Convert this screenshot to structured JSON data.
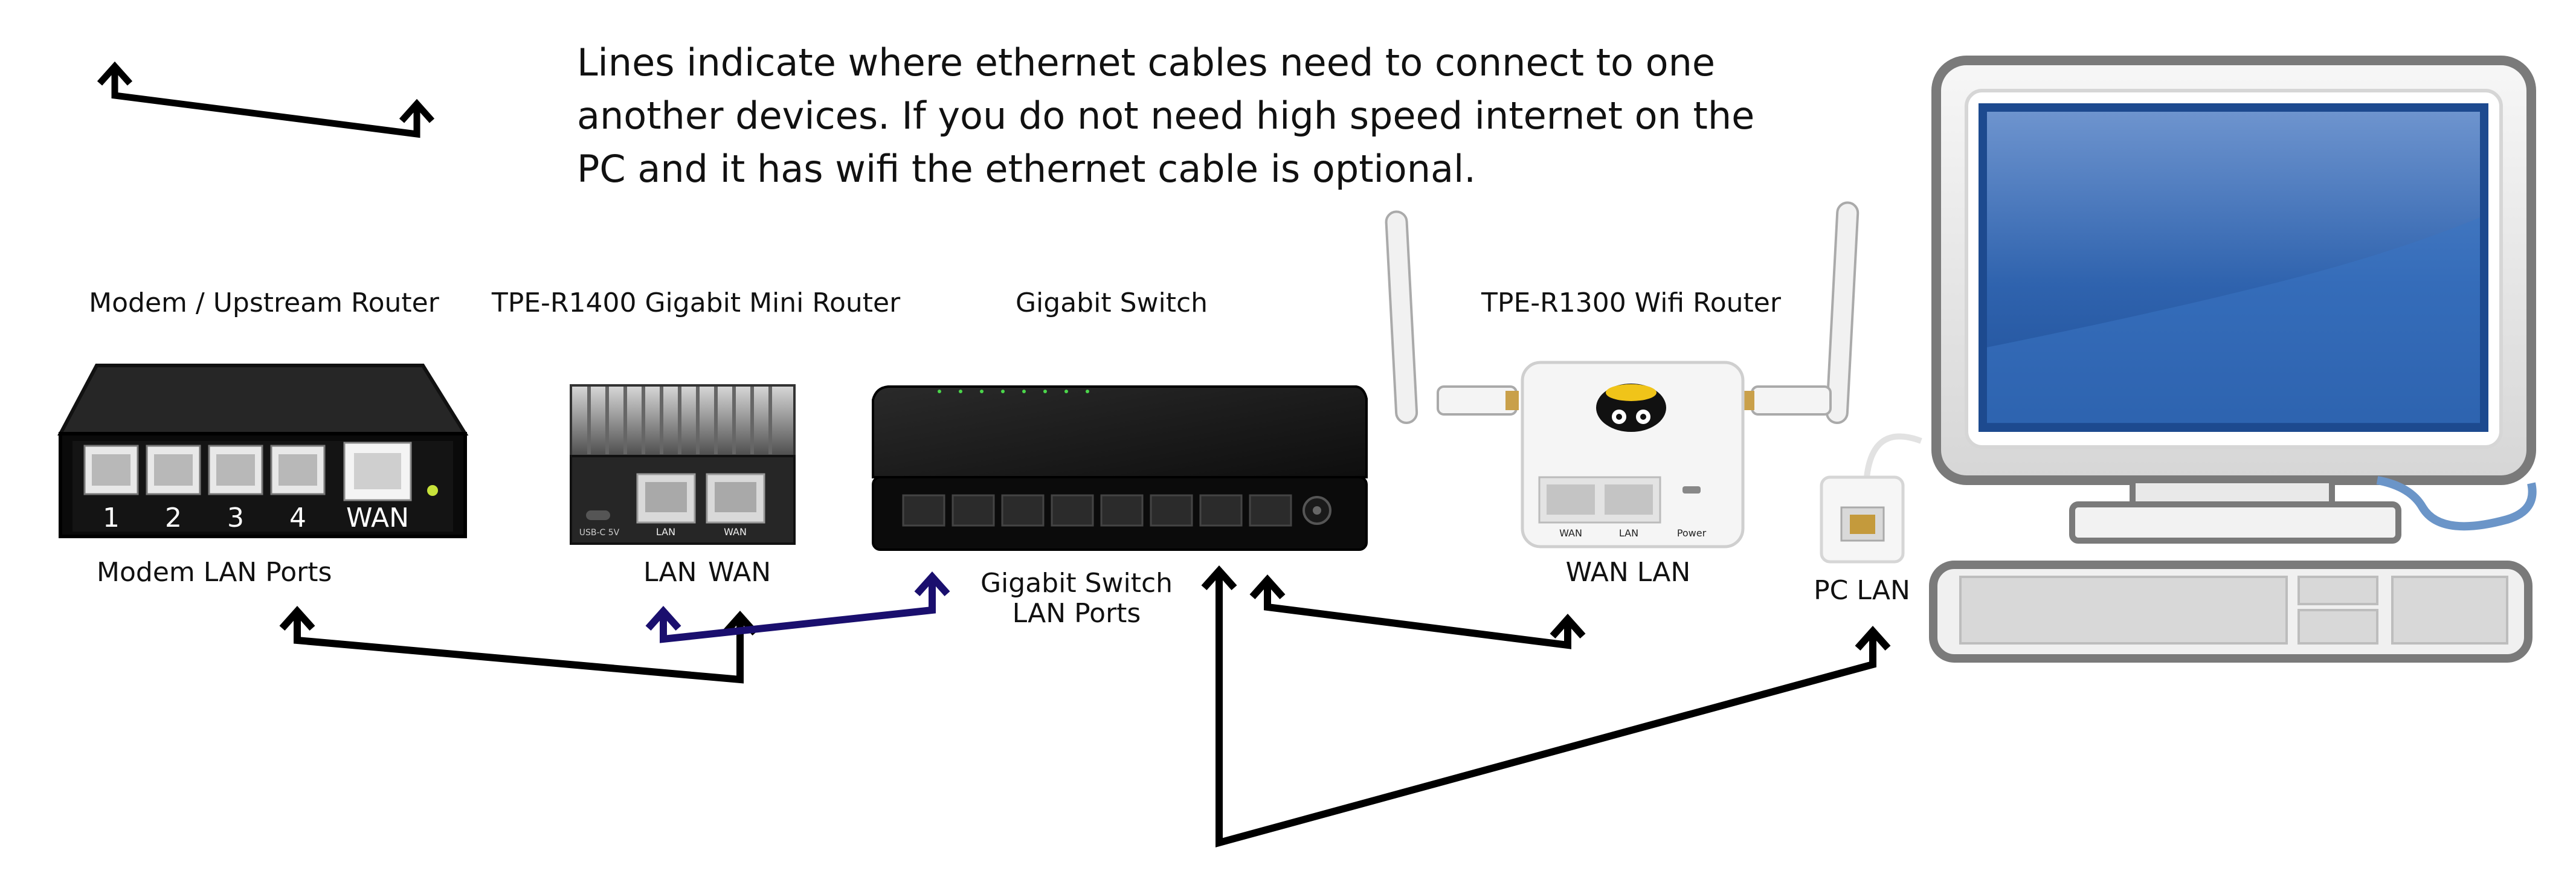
{
  "intro": {
    "line1": "Lines indicate where ethernet cables need to connect to one",
    "line2": "another devices. If you do not need high speed internet on the",
    "line3": "PC and it has wifi the ethernet cable is optional."
  },
  "devices": {
    "modem": {
      "title": "Modem / Upstream Router",
      "ports": [
        "1",
        "2",
        "3",
        "4"
      ],
      "wan_port": "WAN",
      "caption": "Modem LAN Ports"
    },
    "mini_router": {
      "title": "TPE-R1400 Gigabit Mini Router",
      "usb_label": "USB-C 5V",
      "lan_port": "LAN",
      "wan_port": "WAN",
      "caption_lan": "LAN",
      "caption_wan": "WAN"
    },
    "switch": {
      "title": "Gigabit Switch",
      "caption_line1": "Gigabit Switch",
      "caption_line2": "LAN Ports"
    },
    "wifi_router": {
      "title": "TPE-R1300 Wifi Router",
      "wan_port": "WAN",
      "lan_port": "LAN",
      "power_port": "Power",
      "caption": "WAN LAN"
    },
    "pc": {
      "caption": "PC LAN"
    }
  },
  "colors": {
    "cable_black": "#000000",
    "cable_navy": "#1a0f6e",
    "monitor_screen": "#2c5ea8",
    "monitor_frame": "#7a7a7a",
    "device_dark": "#1c1c1c",
    "router_white": "#f2f2f2",
    "pc_cable_blue": "#6b95c8"
  }
}
